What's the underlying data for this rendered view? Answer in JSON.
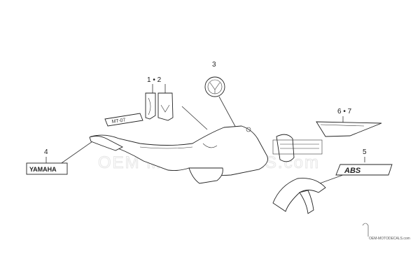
{
  "callouts": {
    "c12": "1 • 2",
    "c3": "3",
    "c4": "4",
    "c5": "5",
    "c67": "6 • 7"
  },
  "decals": {
    "brand_plate": "YAMAHA",
    "fairing_text": "MT-07",
    "abs_text": "ABS"
  },
  "watermark": {
    "text": "OEM MOTODECALS.com",
    "credit": "OEM-MOTODECALS.com"
  },
  "colors": {
    "line": "#333333",
    "watermark": "#e6e6e6"
  }
}
